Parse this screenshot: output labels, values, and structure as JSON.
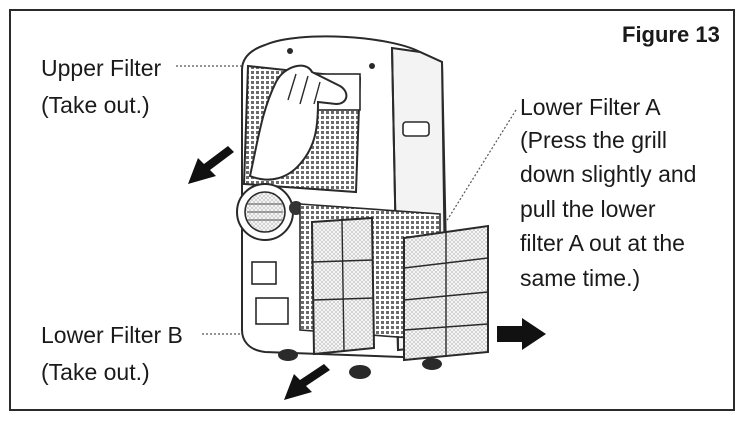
{
  "figure": {
    "title": "Figure 13"
  },
  "callouts": {
    "upper_filter": {
      "line1": "Upper Filter",
      "line2": "(Take out.)"
    },
    "lower_filter_a": {
      "lines": [
        "Lower Filter A",
        "(Press the grill",
        "down slightly and",
        "pull the lower",
        "filter A out at the",
        "same time.)"
      ]
    },
    "lower_filter_b": {
      "line1": "Lower Filter B",
      "line2": "(Take out.)"
    }
  }
}
